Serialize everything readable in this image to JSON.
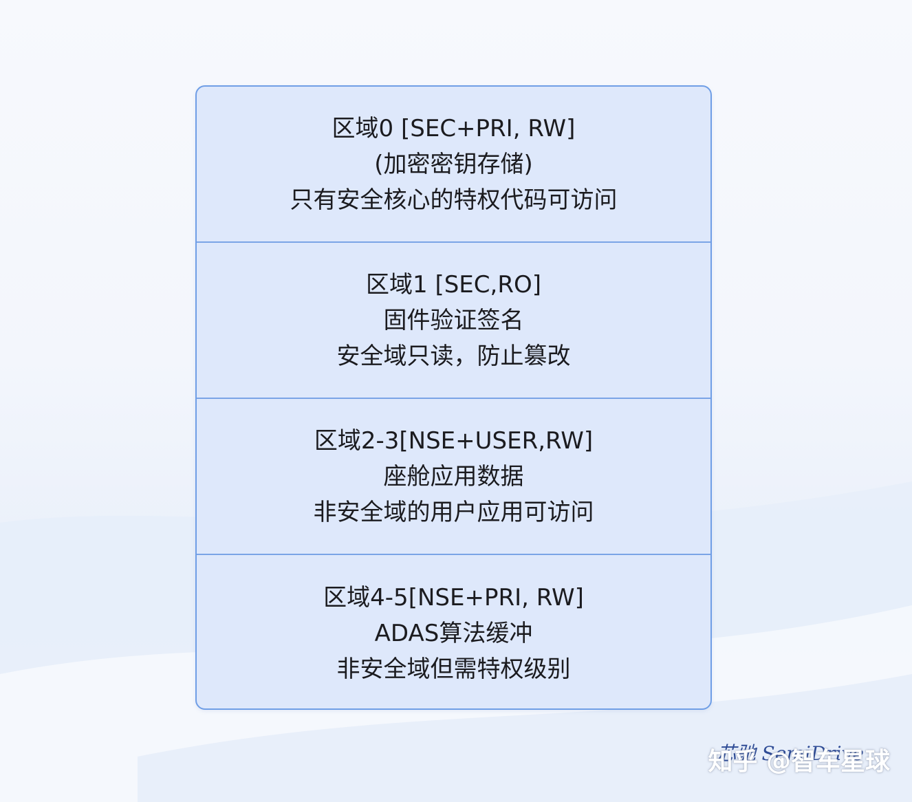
{
  "regions": [
    {
      "lines": [
        "区域0 [SEC+PRI, RW]",
        "(加密密钥存储)",
        "只有安全核心的特权代码可访问"
      ]
    },
    {
      "lines": [
        "区域1 [SEC,RO]",
        "固件验证签名",
        "安全域只读，防止篡改"
      ]
    },
    {
      "lines": [
        "区域2-3[NSE+USER,RW]",
        "座舱应用数据",
        "非安全域的用户应用可访问"
      ]
    },
    {
      "lines": [
        "区域4-5[NSE+PRI, RW]",
        "ADAS算法缓冲",
        "非安全域但需特权级别"
      ]
    }
  ],
  "watermark": {
    "text": "知乎 @智车星球",
    "logo_text": "芯驰 SemiDrive"
  },
  "colors": {
    "box_fill": "#dee8fb",
    "box_border": "#6f9ee6",
    "divider": "#7aa4e6",
    "text": "#1b1b1f"
  }
}
